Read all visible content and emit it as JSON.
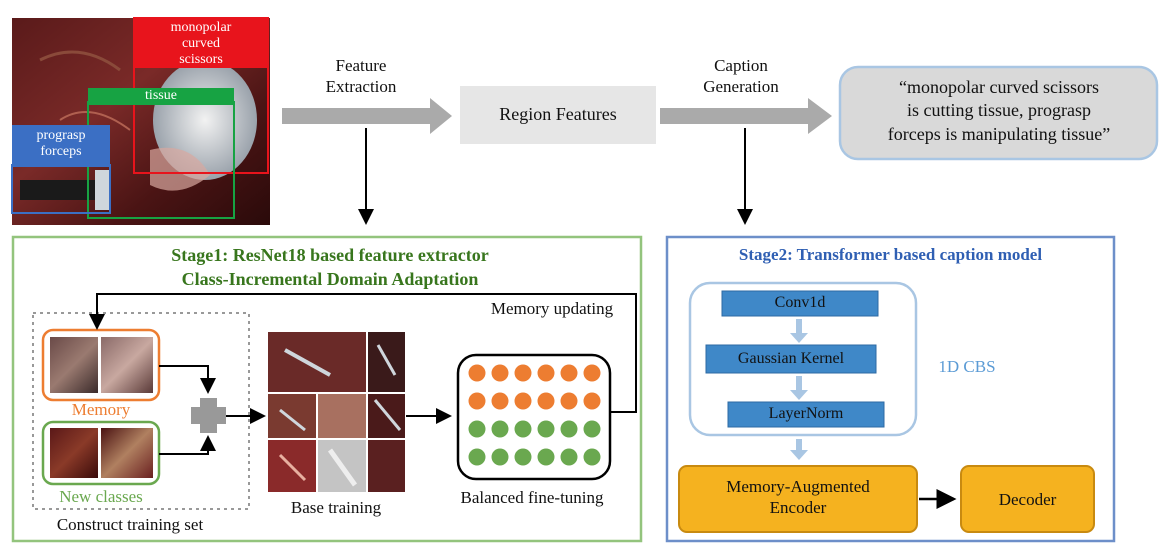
{
  "top": {
    "label_scissors": "monopolar\ncurved\nscissors",
    "label_tissue": "tissue",
    "label_forceps": "prograsp\nforceps",
    "feature_extraction": "Feature\nExtraction",
    "region_features": "Region Features",
    "caption_generation": "Caption\nGeneration",
    "caption_quote": "“monopolar curved scissors\nis cutting tissue, prograsp\nforceps is manipulating tissue”"
  },
  "stage1": {
    "title_line1": "Stage1: ResNet18 based feature extractor",
    "title_line2": "Class-Incremental Domain Adaptation",
    "memory_updating": "Memory updating",
    "memory": "Memory",
    "new_classes": "New classes",
    "construct_training_set": "Construct training set",
    "base_training": "Base training",
    "balanced_fine_tuning": "Balanced fine-tuning"
  },
  "stage2": {
    "title": "Stage2: Transformer based caption model",
    "conv1d": "Conv1d",
    "gaussian_kernel": "Gaussian Kernel",
    "layernorm": "LayerNorm",
    "cbs": "1D CBS",
    "encoder": "Memory-Augmented\nEncoder",
    "decoder": "Decoder"
  },
  "colors": {
    "stage1_green": "#93c47d",
    "stage1_title": "#38761d",
    "stage2_blue": "#6d8fc9",
    "stage2_title": "#2f5fb3",
    "memory_orange": "#ed7d31",
    "new_green": "#6aa84f",
    "dot_orange": "#ed7d31",
    "dot_green": "#6aa84f",
    "scissors_red": "#e8141c",
    "tissue_green": "#17a343",
    "forceps_blue": "#3b6fc4",
    "gray_arrow": "#aaaaaa",
    "region_box": "#e6e6e6",
    "caption_box": "#d9d9d9",
    "cbs_block": "#3f88c8",
    "cbs_text": "#5b9bd5",
    "encoder_fill": "#f5b21f"
  }
}
